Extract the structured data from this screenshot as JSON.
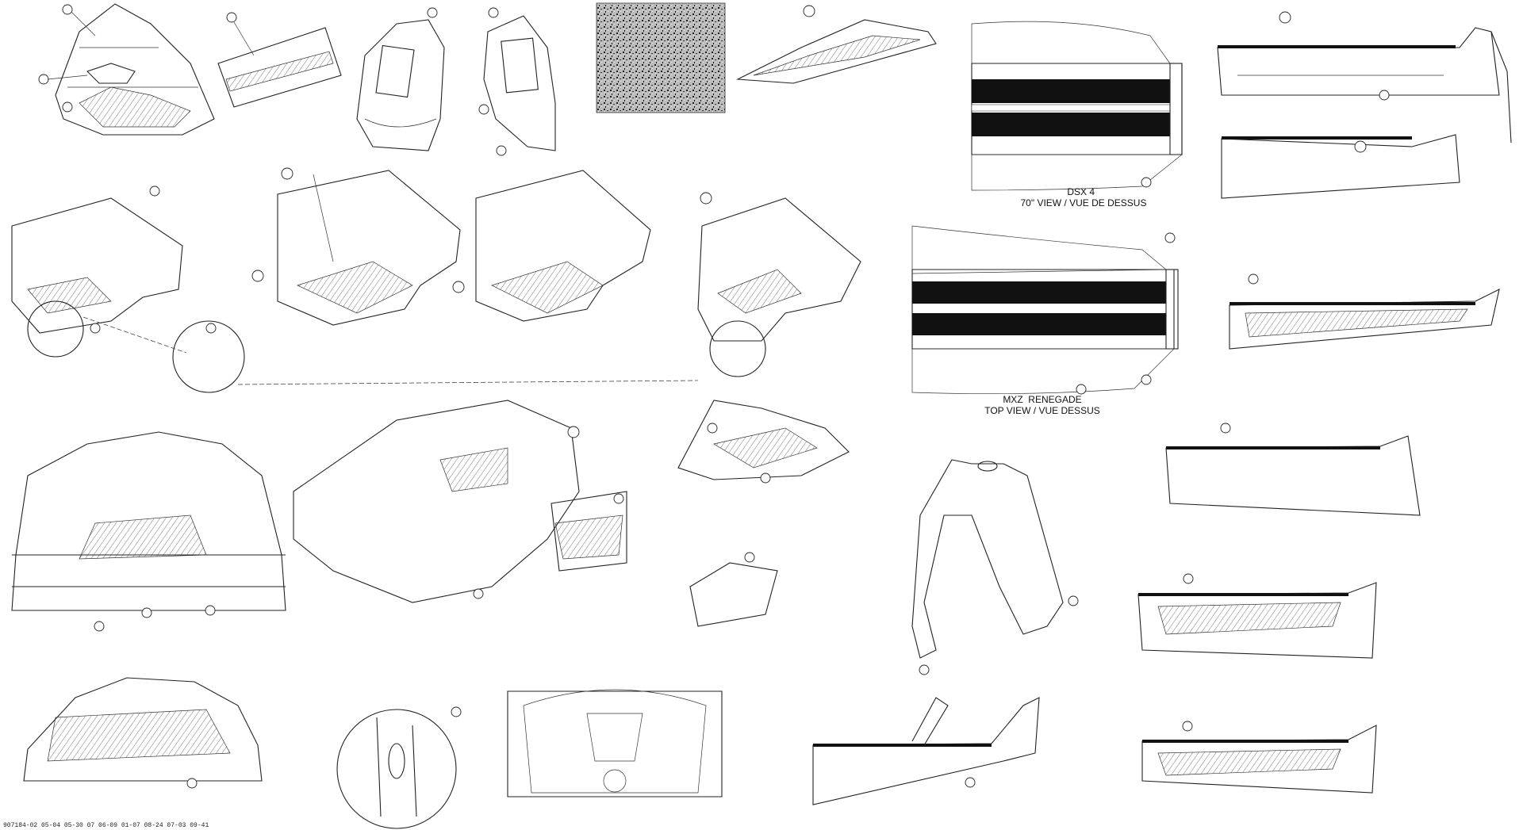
{
  "sheet": {
    "view_labels": {
      "dsx_top": "DSX 4  \n70\" VIEW / VUE DE DESSUS",
      "mxz_top": "MXZ  RENEGADE\nTOP VIEW / VUE DESSUS"
    },
    "footer_code": "907184-02 05-04 05-30 07 06-09 01-07 08-24 07-03 09-41"
  }
}
